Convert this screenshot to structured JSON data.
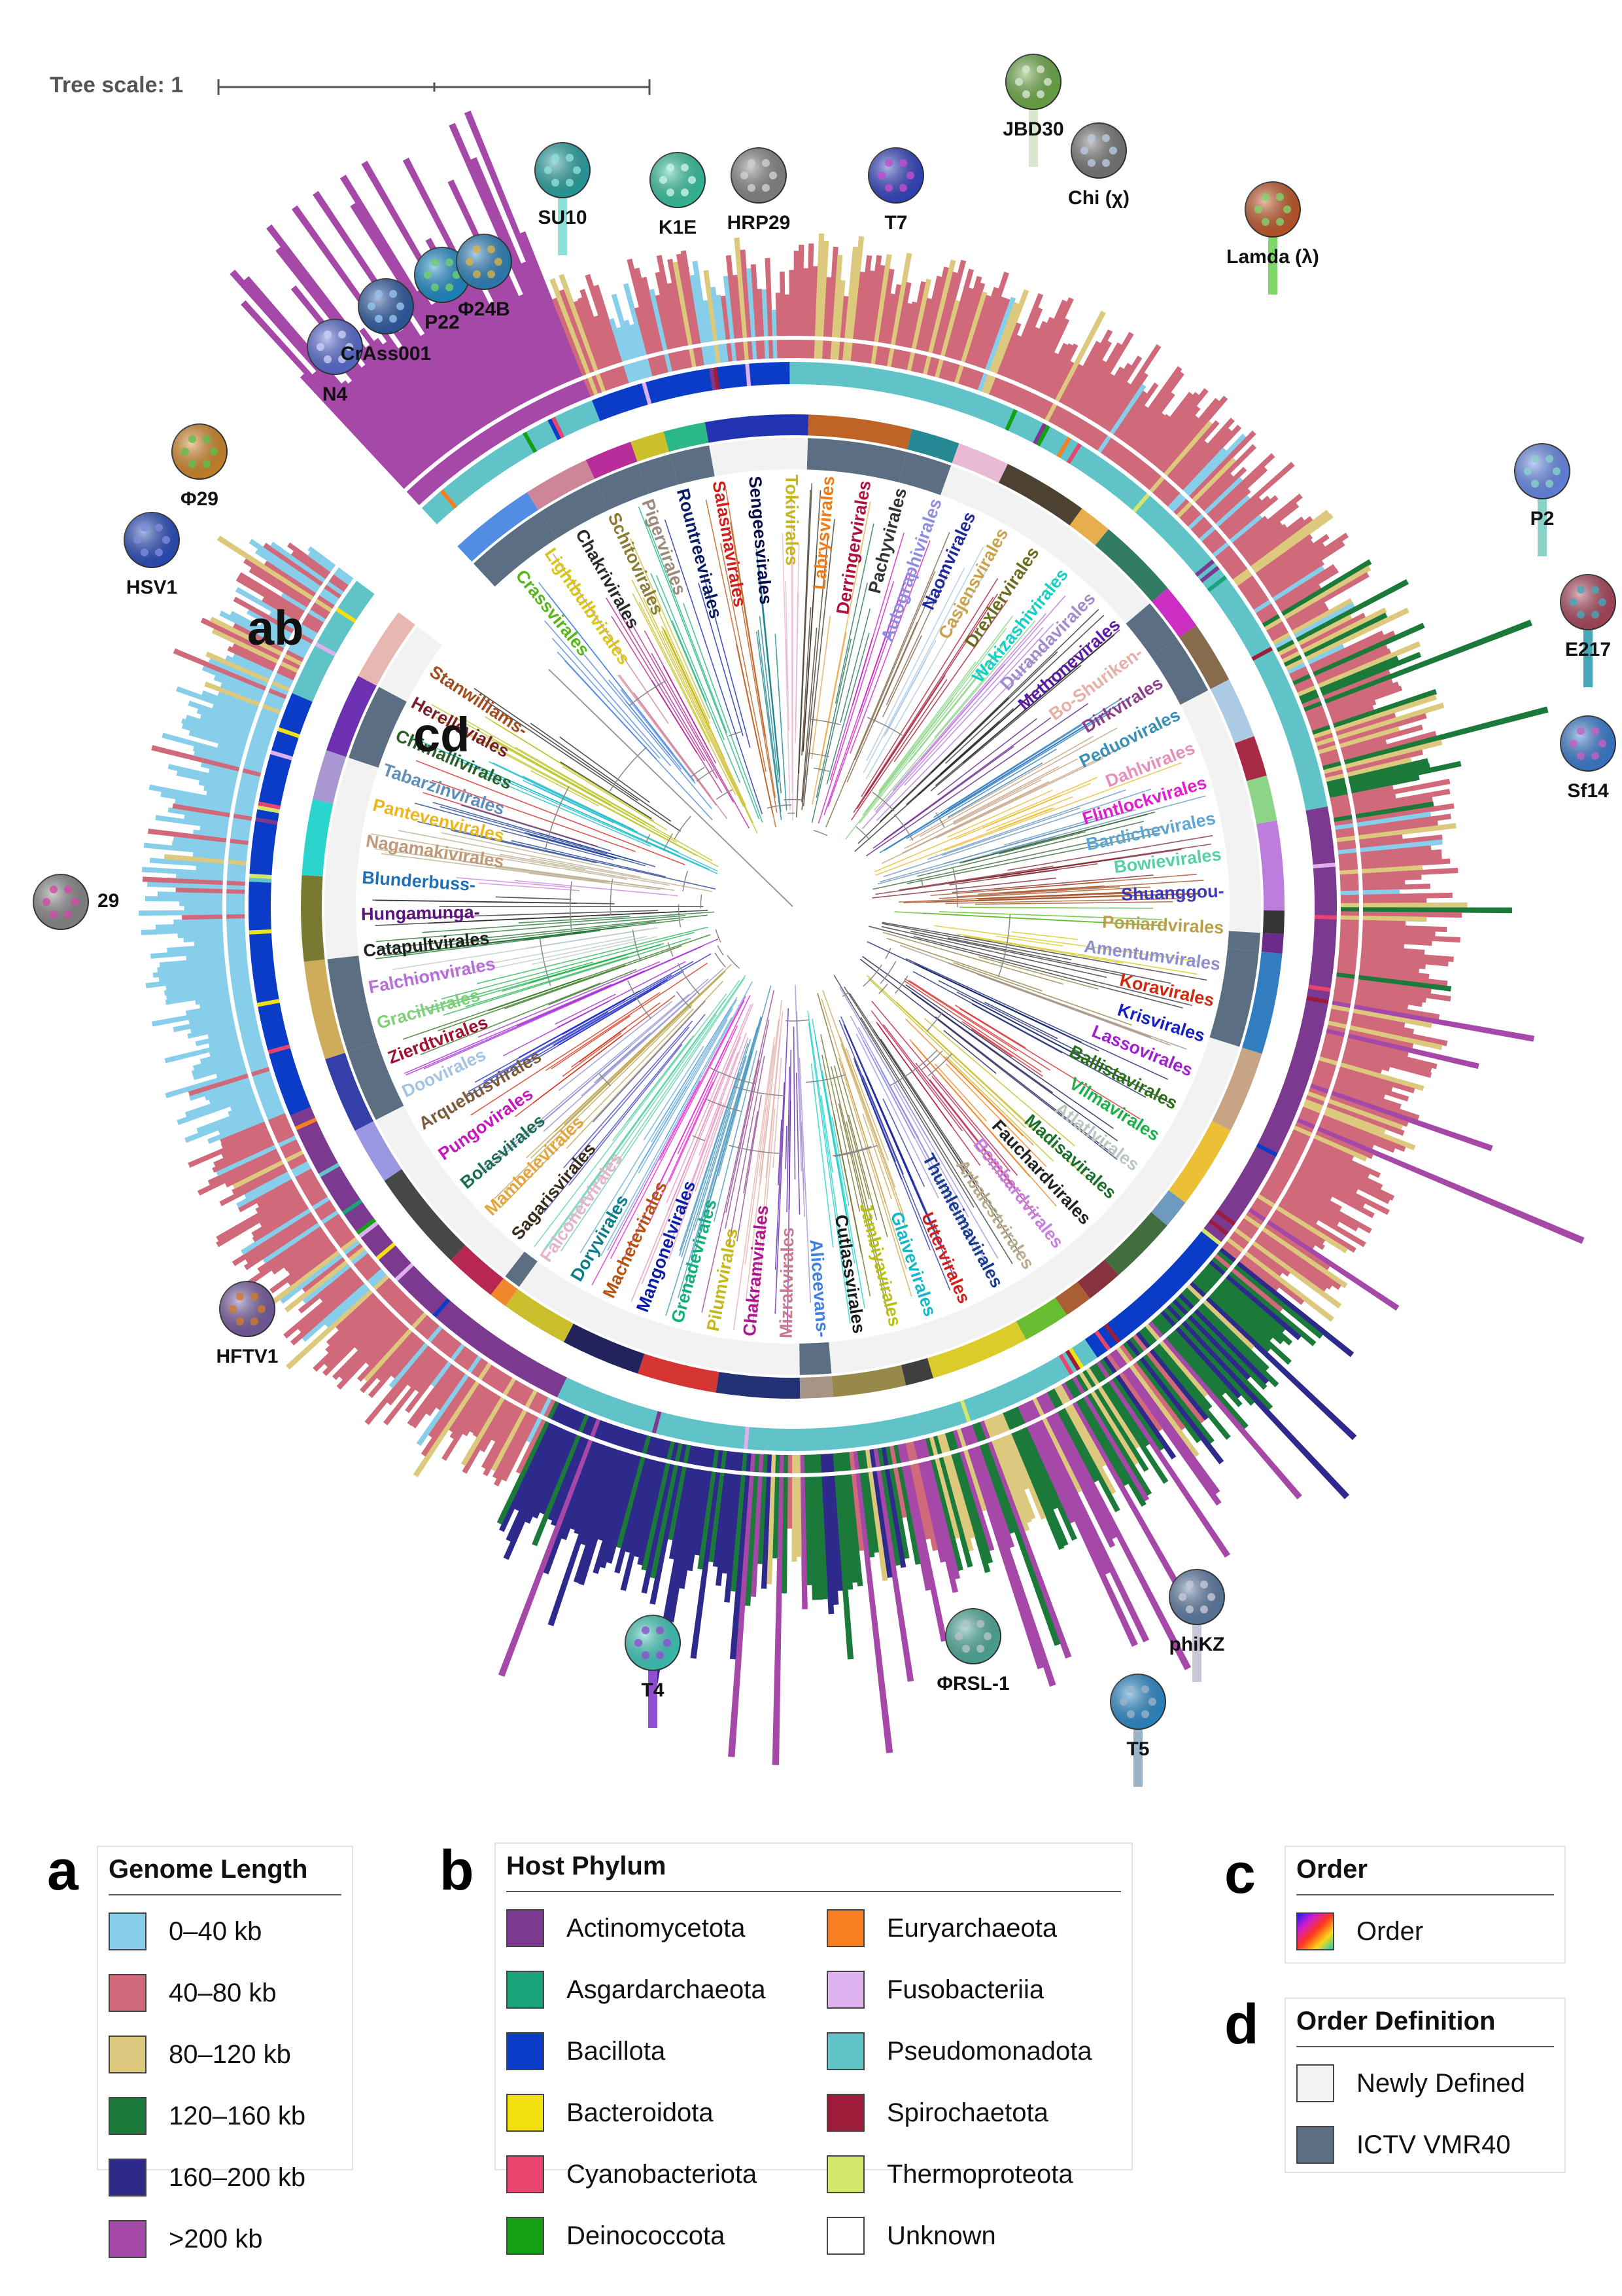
{
  "tree_scale": {
    "label": "Tree scale: 1"
  },
  "panel_labels": {
    "a": "a",
    "b": "b",
    "c": "c",
    "d": "d",
    "ring_ab": "ab",
    "ring_cd": "cd"
  },
  "phages": [
    {
      "name": "N4",
      "colors": [
        "#5a6fd8",
        "#c9cff6"
      ]
    },
    {
      "name": "CrAss001",
      "colors": [
        "#2f5da8",
        "#94c3ee"
      ]
    },
    {
      "name": "P22",
      "colors": [
        "#1d8fcf",
        "#6fd06f"
      ]
    },
    {
      "name": "Φ24B",
      "colors": [
        "#2e86c1",
        "#d6b24a"
      ]
    },
    {
      "name": "SU10",
      "colors": [
        "#2aa7a7",
        "#8de0d8"
      ]
    },
    {
      "name": "K1E",
      "colors": [
        "#36c9a3",
        "#c7f4e6"
      ]
    },
    {
      "name": "HRP29",
      "colors": [
        "#8a8a8a",
        "#d0d0d0"
      ]
    },
    {
      "name": "T7",
      "colors": [
        "#3446c7",
        "#c64bd0"
      ]
    },
    {
      "name": "JBD30",
      "colors": [
        "#6fb04a",
        "#d8e7ce"
      ]
    },
    {
      "name": "Chi (χ)",
      "colors": [
        "#7b7b7b",
        "#b9cbe0"
      ]
    },
    {
      "name": "Lamda (λ)",
      "colors": [
        "#c85a2a",
        "#7fd46a"
      ]
    },
    {
      "name": "P2",
      "colors": [
        "#6a8ef0",
        "#8ad1c9"
      ]
    },
    {
      "name": "E217",
      "colors": [
        "#b0485f",
        "#47a7b9"
      ]
    },
    {
      "name": "Sf14",
      "colors": [
        "#3a7fd6",
        "#c85fc0"
      ]
    },
    {
      "name": "29",
      "colors": [
        "#8c8c8c",
        "#d14aa7"
      ]
    },
    {
      "name": "HSV1",
      "colors": [
        "#2a4fc2",
        "#7c8bdc"
      ]
    },
    {
      "name": "Φ29",
      "colors": [
        "#d88b2a",
        "#5fbf4a"
      ]
    },
    {
      "name": "HFTV1",
      "colors": [
        "#7b5fa6",
        "#d07a2a"
      ]
    },
    {
      "name": "T4",
      "colors": [
        "#3ed0c0",
        "#8f4fd0"
      ]
    },
    {
      "name": "ΦRSL-1",
      "colors": [
        "#4fb2a0",
        "#b7c2c8"
      ]
    },
    {
      "name": "T5",
      "colors": [
        "#2c8fd0",
        "#9ab3c8"
      ]
    },
    {
      "name": "phiKZ",
      "colors": [
        "#5f7fa8",
        "#c8c8d8"
      ]
    }
  ],
  "order_labels": [
    {
      "name": "Aliceevans-",
      "color": "#3f7fe0"
    },
    {
      "name": "Mizrakvirales",
      "color": "#c9788f"
    },
    {
      "name": "Chakramvirales",
      "color": "#b0168e"
    },
    {
      "name": "Pilumvirales",
      "color": "#c6b914"
    },
    {
      "name": "Grenadevirales",
      "color": "#14b07a"
    },
    {
      "name": "Mangonelvirales",
      "color": "#0a1ea8"
    },
    {
      "name": "Machetevirales",
      "color": "#b8520e"
    },
    {
      "name": "Doryvirales",
      "color": "#0c7c86"
    },
    {
      "name": "Falconetvirales",
      "color": "#e7b2cf"
    },
    {
      "name": "Sagarisvirales",
      "color": "#3a2c1c"
    },
    {
      "name": "Mambelevirales",
      "color": "#e5a43a"
    },
    {
      "name": "Bolasvirales",
      "color": "#1c6e52"
    },
    {
      "name": "Pungovirales",
      "color": "#c716bd"
    },
    {
      "name": "Arquebusvirales",
      "color": "#7a5b3a"
    },
    {
      "name": "Doovirales",
      "color": "#a4c4e2"
    },
    {
      "name": "Zierdtvirales",
      "color": "#9e1230"
    },
    {
      "name": "Gracilvirales",
      "color": "#7fd07a"
    },
    {
      "name": "Falchionvirales",
      "color": "#b66fd8"
    },
    {
      "name": "Catapultvirales",
      "color": "#1f1f1f"
    },
    {
      "name": "Hungamunga-",
      "color": "#5a147e"
    },
    {
      "name": "Blunderbuss-",
      "color": "#1c6fb8"
    },
    {
      "name": "Nagamakivirales",
      "color": "#c09a77"
    },
    {
      "name": "Pantevenvirales",
      "color": "#e9b820"
    },
    {
      "name": "Tabarzinvirales",
      "color": "#5f8fb8"
    },
    {
      "name": "Chimallivirales",
      "color": "#2d5e2a"
    },
    {
      "name": "Herelleviales",
      "color": "#7b1e2b"
    },
    {
      "name": "Stanwilliams-",
      "color": "#a14c1e"
    },
    {
      "name": "Crassvirales",
      "color": "#58b61b"
    },
    {
      "name": "Lightbulbvirales",
      "color": "#d7c614"
    },
    {
      "name": "Chakrivirales",
      "color": "#2a2a2a"
    },
    {
      "name": "Schitovirales",
      "color": "#8c7c36"
    },
    {
      "name": "Pigervirales",
      "color": "#9c8a7a"
    },
    {
      "name": "Rountreevirales",
      "color": "#0b1c66"
    },
    {
      "name": "Salasmavirales",
      "color": "#d0201e"
    },
    {
      "name": "Sengeesvirales",
      "color": "#0a0a4a"
    },
    {
      "name": "Tokivirales",
      "color": "#c4b716"
    },
    {
      "name": "Labrysvirales",
      "color": "#f07a14"
    },
    {
      "name": "Derringervirales",
      "color": "#b0103e"
    },
    {
      "name": "Pachyvirales",
      "color": "#333333"
    },
    {
      "name": "Autographivirales",
      "color": "#8f8ce0"
    },
    {
      "name": "Naomvirales",
      "color": "#1f2a9e"
    },
    {
      "name": "Casjensvirales",
      "color": "#c9a34a"
    },
    {
      "name": "Drexlervirales",
      "color": "#6c6a1c"
    },
    {
      "name": "Wakizashivirales",
      "color": "#14d0c8"
    },
    {
      "name": "Durandavirales",
      "color": "#a08ccd"
    },
    {
      "name": "Methonevirales",
      "color": "#5c1aa8"
    },
    {
      "name": "Bo-Shuriken-",
      "color": "#e4b0a8"
    },
    {
      "name": "Dirkvirales",
      "color": "#8e3f8b"
    },
    {
      "name": "Peduovirales",
      "color": "#3a8fb8"
    },
    {
      "name": "Dahlvirales",
      "color": "#e58fba"
    },
    {
      "name": "Flintlockvirales",
      "color": "#e31cd0"
    },
    {
      "name": "Bardichevirales",
      "color": "#5fa6d8"
    },
    {
      "name": "Bowievirales",
      "color": "#56d0a4"
    },
    {
      "name": "Shuanggou-",
      "color": "#3a3ab8"
    },
    {
      "name": "Poniardvirales",
      "color": "#b8a04a"
    },
    {
      "name": "Amentumvirales",
      "color": "#8c8cd0"
    },
    {
      "name": "Koravirales",
      "color": "#d0280e"
    },
    {
      "name": "Krisvirales",
      "color": "#1420c0"
    },
    {
      "name": "Lassovirales",
      "color": "#a020d0"
    },
    {
      "name": "Ballistavirales",
      "color": "#2c6e14"
    },
    {
      "name": "Vilmavirales",
      "color": "#1cb04a"
    },
    {
      "name": "Atlatlvirales",
      "color": "#b8c8c0"
    },
    {
      "name": "Madisavirales",
      "color": "#1c6e2c"
    },
    {
      "name": "Fauchardvirales",
      "color": "#222222"
    },
    {
      "name": "Bombardvirales",
      "color": "#c87fe0"
    },
    {
      "name": "Arbalestvirales",
      "color": "#b8aa8a"
    },
    {
      "name": "Thumleimavirales",
      "color": "#1a3c8e"
    },
    {
      "name": "Uttervirales",
      "color": "#d0201e"
    },
    {
      "name": "Glaivevirales",
      "color": "#14b8c8"
    },
    {
      "name": "Jambiyavirales",
      "color": "#b8c016"
    },
    {
      "name": "Cutlassvirales",
      "color": "#1a1a1a"
    }
  ],
  "legend_a": {
    "title": "Genome Length",
    "items": [
      {
        "label": "0–40 kb",
        "color": "#87ceeb"
      },
      {
        "label": "40–80 kb",
        "color": "#d06a7a"
      },
      {
        "label": "80–120 kb",
        "color": "#ddc97e"
      },
      {
        "label": "120–160 kb",
        "color": "#1b7a3a"
      },
      {
        "label": "160–200 kb",
        "color": "#2e2a8c"
      },
      {
        "label": ">200 kb",
        "color": "#a548a8"
      }
    ]
  },
  "legend_b": {
    "title": "Host Phylum",
    "items": [
      {
        "label": "Actinomycetota",
        "color": "#7b3a8f"
      },
      {
        "label": "Asgardarchaeota",
        "color": "#1aa37a"
      },
      {
        "label": "Bacillota",
        "color": "#0a3cc8"
      },
      {
        "label": "Bacteroidota",
        "color": "#f2e011"
      },
      {
        "label": "Cyanobacteriota",
        "color": "#e8446e"
      },
      {
        "label": "Deinococcota",
        "color": "#14a014"
      },
      {
        "label": "Euryarchaeota",
        "color": "#f77f21"
      },
      {
        "label": "Fusobacteriia",
        "color": "#ddb0ee"
      },
      {
        "label": "Pseudomonadota",
        "color": "#5fc3c8"
      },
      {
        "label": "Spirochaetota",
        "color": "#9c1c3a"
      },
      {
        "label": "Thermoproteota",
        "color": "#d4e66b"
      },
      {
        "label": "Unknown",
        "color": "#ffffff"
      }
    ]
  },
  "legend_c": {
    "title": "Order",
    "items": [
      {
        "label": "Order"
      }
    ]
  },
  "legend_d": {
    "title": "Order Definition",
    "items": [
      {
        "label": "Newly Defined",
        "color": "#f2f2f2"
      },
      {
        "label": "ICTV VMR40",
        "color": "#5b6e82"
      }
    ]
  }
}
